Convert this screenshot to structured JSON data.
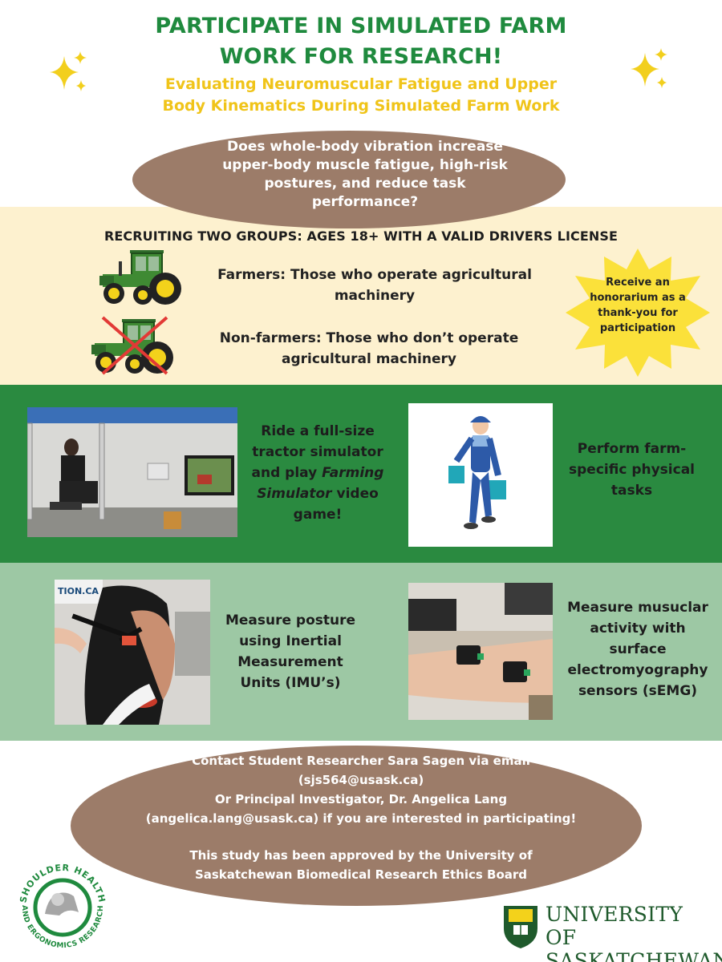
{
  "header": {
    "title_line1": "PARTICIPATE IN SIMULATED FARM",
    "title_line2": "WORK FOR RESEARCH!",
    "subtitle_line1": "Evaluating Neuromuscular Fatigue and Upper",
    "subtitle_line2": "Body Kinematics During Simulated Farm Work"
  },
  "question": {
    "line1": "Does whole-body vibration increase",
    "line2": "upper-body muscle fatigue, high-risk",
    "line3": "postures, and reduce task",
    "line4": "performance?"
  },
  "recruiting": {
    "heading": "RECRUITING TWO GROUPS: AGES 18+ WITH A VALID DRIVERS LICENSE",
    "farmers_line1": "Farmers: Those who operate agricultural",
    "farmers_line2": "machinery",
    "nonfarmers_line1": "Non-farmers: Those who don’t operate",
    "nonfarmers_line2": "agricultural machinery"
  },
  "honorarium": {
    "line1": "Receive an",
    "line2": "honorarium as a",
    "line3": "thank-you for",
    "line4": "participation"
  },
  "activities": {
    "simulator_line1": "Ride a full-size",
    "simulator_line2": "tractor simulator",
    "simulator_line3a": "and play ",
    "simulator_line3b": "Farming",
    "simulator_line4a": "Simulator",
    "simulator_line4b": " video",
    "simulator_line5": "game!",
    "tasks_line1": "Perform farm-",
    "tasks_line2": "specific physical",
    "tasks_line3": "tasks",
    "imu_line1": "Measure posture",
    "imu_line2": "using Inertial",
    "imu_line3": "Measurement",
    "imu_line4": "Units (IMU’s)",
    "semg_line1": "Measure musuclar",
    "semg_line2": "activity with",
    "semg_line3": "surface",
    "semg_line4": "electromyography",
    "semg_line5": "sensors (sEMG)",
    "photo_wall_text": "TION.CA"
  },
  "contact": {
    "line1": "Contact Student Researcher Sara Sagen via email",
    "line2": "(sjs564@usask.ca)",
    "line3": "Or Principal Investigator, Dr. Angelica Lang",
    "line4": "(angelica.lang@usask.ca) if you are interested in participating!",
    "line5": "This study has been approved by the University of",
    "line6": "Saskatchewan Biomedical Research Ethics Board"
  },
  "logos": {
    "she_top_text": "SHOULDER HEALTH",
    "she_bottom_text": "AND ERGONOMICS RESEARCH",
    "usask_line1": "UNIVERSITY OF",
    "usask_line2": "SASKATCHEWAN"
  },
  "colors": {
    "title_green": "#1f8a3e",
    "subtitle_yellow": "#f0c419",
    "ellipse_brown": "#9c7c69",
    "cream": "#fdf1cf",
    "dark_green_band": "#2a8a40",
    "light_green_band": "#9dc8a4",
    "starburst_yellow": "#fbe13a"
  }
}
